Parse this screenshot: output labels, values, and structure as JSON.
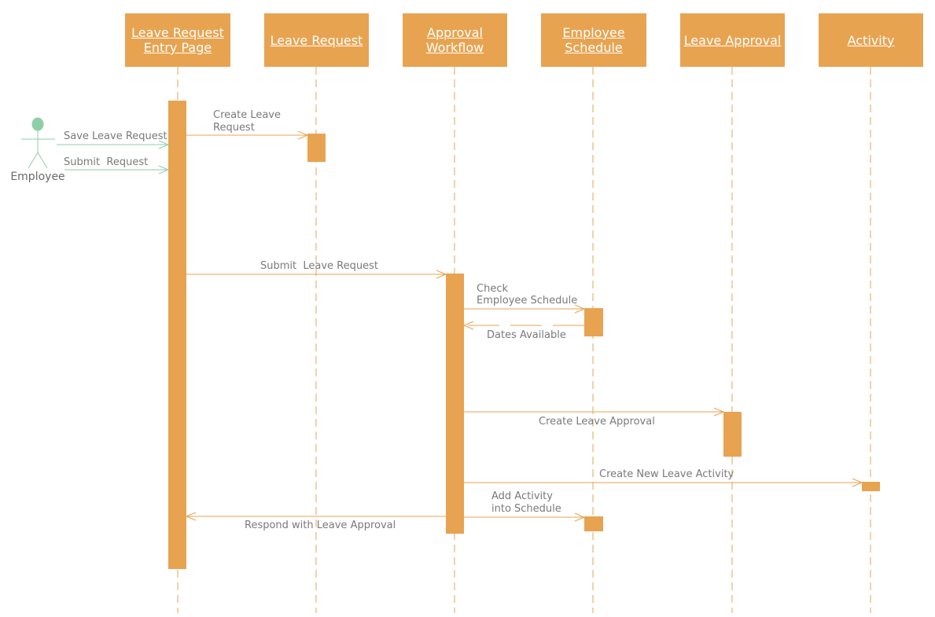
{
  "lifelines": [
    {
      "id": "entry",
      "title": "Leave Request\nEntry Page"
    },
    {
      "id": "leave_request",
      "title": "Leave Request"
    },
    {
      "id": "approval_workflow",
      "title": "Approval\nWorkflow"
    },
    {
      "id": "employee_schedule",
      "title": "Employee\nSchedule"
    },
    {
      "id": "leave_approval",
      "title": "Leave Approval"
    },
    {
      "id": "activity",
      "title": "Activity"
    }
  ],
  "actor": {
    "name": "Employee",
    "color": "#8fcfa8"
  },
  "colors": {
    "box": "#e8a350",
    "line": "#e8a350",
    "actor_line": "#8fcfa8",
    "text": "#7a7a7a"
  },
  "messages": [
    {
      "id": "save",
      "text": "Save Leave Request",
      "style": "sync",
      "from": "Employee",
      "to": "Leave Request Entry Page"
    },
    {
      "id": "submit",
      "text": "Submit  Request",
      "style": "sync",
      "from": "Employee",
      "to": "Leave Request Entry Page"
    },
    {
      "id": "create",
      "text": "Create Leave\nRequest",
      "style": "sync",
      "from": "Leave Request Entry Page",
      "to": "Leave Request"
    },
    {
      "id": "submit_leave",
      "text": "Submit  Leave Request",
      "style": "sync",
      "from": "Leave Request Entry Page",
      "to": "Approval Workflow"
    },
    {
      "id": "check",
      "text": "Check\nEmployee Schedule",
      "style": "sync",
      "from": "Approval Workflow",
      "to": "Employee Schedule"
    },
    {
      "id": "dates",
      "text": "Dates Available",
      "style": "return",
      "from": "Employee Schedule",
      "to": "Approval Workflow"
    },
    {
      "id": "create_approval",
      "text": "Create Leave Approval",
      "style": "sync",
      "from": "Approval Workflow",
      "to": "Leave Approval"
    },
    {
      "id": "create_activity",
      "text": "Create New Leave Activity",
      "style": "sync",
      "from": "Approval Workflow",
      "to": "Activity"
    },
    {
      "id": "add_activity",
      "text": "Add Activity\ninto Schedule",
      "style": "sync",
      "from": "Approval Workflow",
      "to": "Employee Schedule"
    },
    {
      "id": "respond",
      "text": "Respond with Leave Approval",
      "style": "sync",
      "from": "Approval Workflow",
      "to": "Leave Request Entry Page"
    }
  ]
}
